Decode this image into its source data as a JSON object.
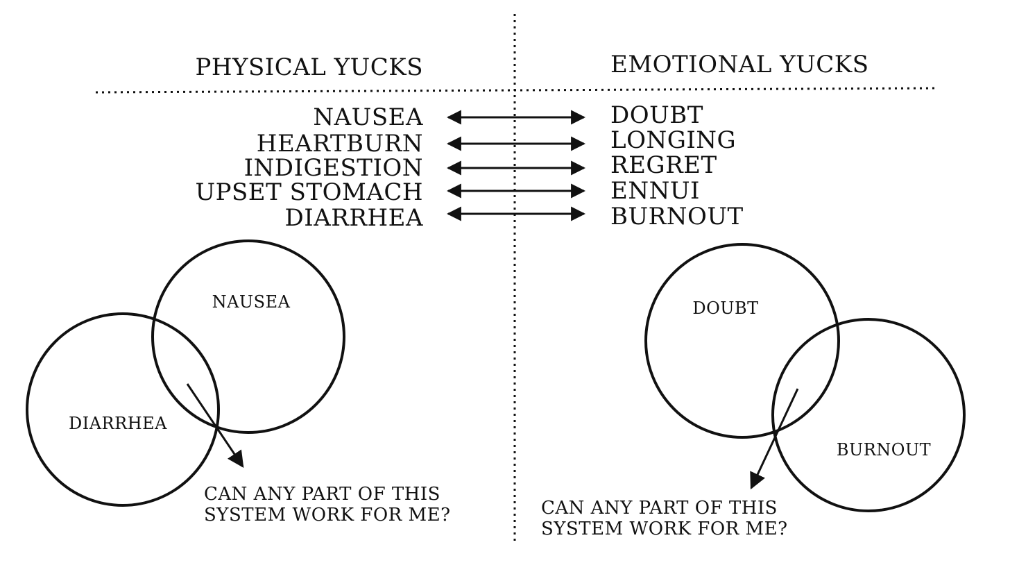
{
  "headers": {
    "physical": "PHYSICAL YUCKS",
    "emotional": "EMOTIONAL YUCKS"
  },
  "physical_items": [
    "NAUSEA",
    "HEARTBURN",
    "INDIGESTION",
    "UPSET STOMACH",
    "DIARRHEA"
  ],
  "emotional_items": [
    "DOUBT",
    "LONGING",
    "REGRET",
    "ENNUI",
    "BURNOUT"
  ],
  "left_venn": {
    "circle_a": "NAUSEA",
    "circle_b": "DIARRHEA",
    "question": [
      "CAN ANY PART OF THIS",
      "SYSTEM WORK FOR ME?"
    ]
  },
  "right_venn": {
    "circle_a": "DOUBT",
    "circle_b": "BURNOUT",
    "question": [
      "CAN ANY PART OF THIS",
      "SYSTEM WORK FOR ME?"
    ]
  },
  "colors": {
    "ink": "#111111",
    "background": "#ffffff"
  }
}
